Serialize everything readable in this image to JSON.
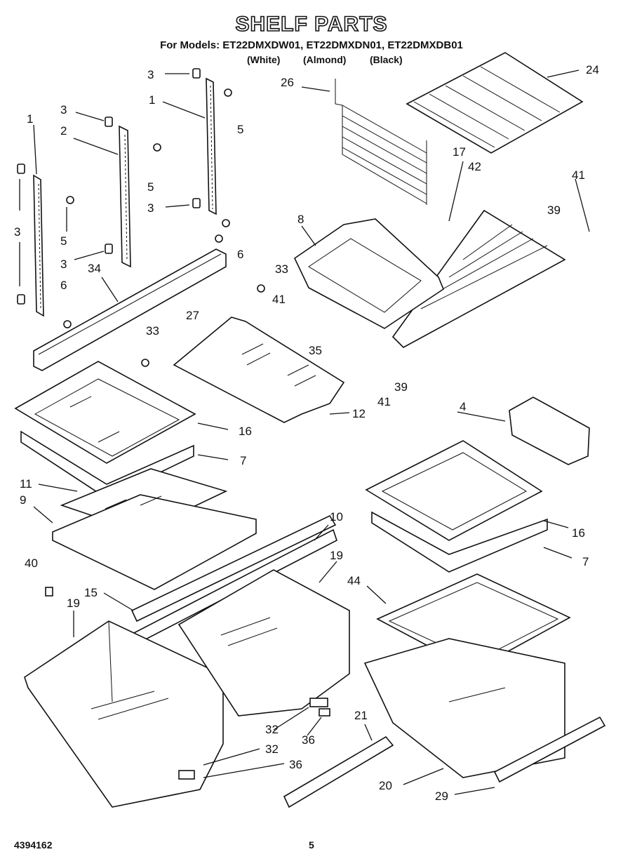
{
  "header": {
    "title": "SHELF PARTS",
    "models_line": "For Models: ET22DMXDW01, ET22DMXDN01, ET22DMXDB01",
    "variants": [
      "(White)",
      "(Almond)",
      "(Black)"
    ]
  },
  "footer": {
    "part_number": "4394162",
    "page_number": "5"
  },
  "callouts": [
    "1",
    "3",
    "2",
    "5",
    "6",
    "34",
    "33",
    "27",
    "26",
    "24",
    "17",
    "42",
    "41",
    "39",
    "8",
    "35",
    "12",
    "16",
    "7",
    "4",
    "11",
    "9",
    "10",
    "40",
    "15",
    "19",
    "44",
    "32",
    "36",
    "21",
    "20",
    "29"
  ]
}
